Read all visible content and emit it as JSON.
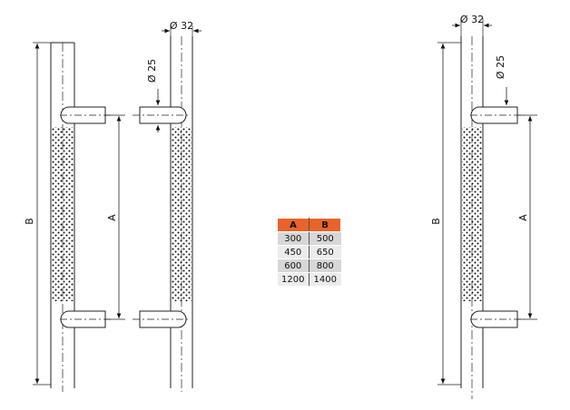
{
  "labels": {
    "dim_a": "A",
    "dim_b": "B",
    "diameter_32": "Ø 32",
    "diameter_25": "Ø 25"
  },
  "table": {
    "headers": [
      "A",
      "B"
    ],
    "rows": [
      [
        "300",
        "500"
      ],
      [
        "450",
        "650"
      ],
      [
        "600",
        "800"
      ],
      [
        "1200",
        "1400"
      ]
    ]
  },
  "colors": {
    "header": "#e8632b",
    "line": "#222222"
  }
}
